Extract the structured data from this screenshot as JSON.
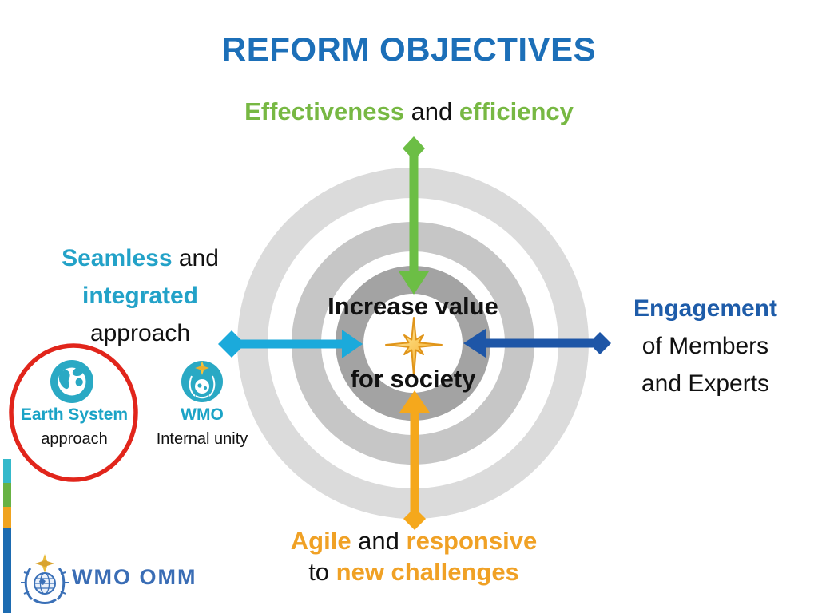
{
  "slide": {
    "title": "REFORM OBJECTIVES",
    "subtitle": {
      "effectiveness": "Effectiveness",
      "and": " and ",
      "efficiency": "efficiency"
    },
    "center": {
      "line1": "Increase value",
      "line2": "for society"
    },
    "left_goal": {
      "seamless": "Seamless",
      "and": " and",
      "integrated": "integrated",
      "approach": "approach"
    },
    "right_goal": {
      "engagement": "Engagement",
      "line2": "of Members",
      "line3": "and Experts"
    },
    "bottom_goal": {
      "agile": "Agile",
      "and": " and ",
      "responsive": "responsive",
      "to": "to ",
      "new_challenges": "new challenges"
    },
    "earth_badge": {
      "title": "Earth System",
      "subtitle": "approach"
    },
    "wmo_badge": {
      "title": "WMO",
      "subtitle": "Internal unity"
    },
    "logo": {
      "text": "WMO OMM"
    },
    "icons": {
      "center": "compass-star-icon",
      "left_badge_1": "globe-earth-icon",
      "left_badge_2": "wmo-emblem-icon",
      "footer": "wmo-logo-emblem"
    },
    "colors": {
      "title_blue": "#1C6FB8",
      "green": "#77B843",
      "green_arrow": "#6CBE45",
      "cyan_text": "#23A2C8",
      "cyan_arrow": "#1BAADB",
      "dark_blue_text": "#1E5CA9",
      "dark_blue_arrow": "#1E56A7",
      "orange_text": "#F0A125",
      "orange_arrow": "#F5A81C",
      "teal_icon": "#2AA9C4",
      "red_ring": "#E1251B",
      "logo_blue": "#3A6DB5",
      "ring_outer": "#DBDBDB",
      "ring_mid": "#C6C6C6",
      "ring_inner": "#A3A3A3"
    }
  }
}
